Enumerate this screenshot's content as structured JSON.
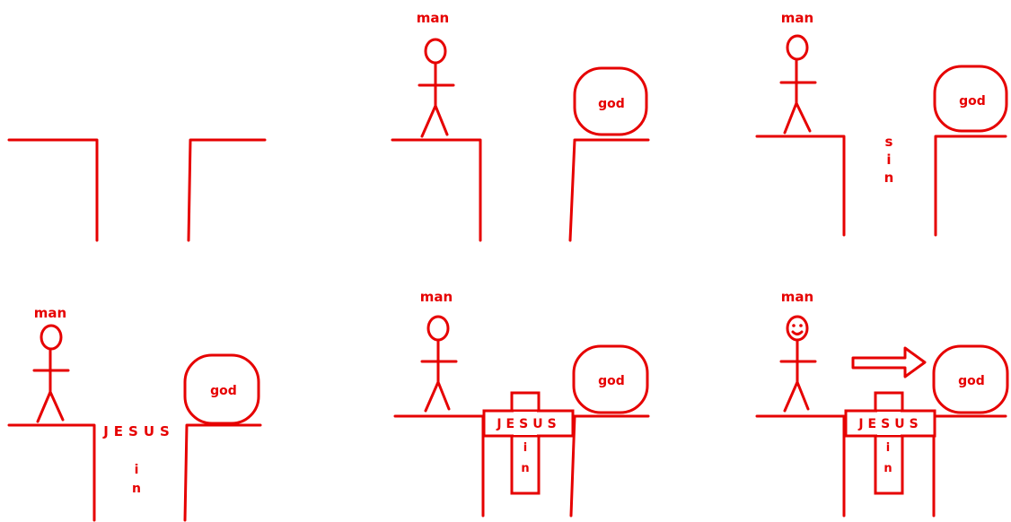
{
  "labels": {
    "man": "man",
    "god": "god",
    "sin_letters": [
      "s",
      "i",
      "n"
    ],
    "jesus": "JESUS",
    "smile": "☺"
  },
  "colors": {
    "ink": "#e60000",
    "background": "#ffffff"
  },
  "panels": [
    {
      "id": 1,
      "man": false,
      "god": false,
      "gap_content": "empty"
    },
    {
      "id": 2,
      "man": true,
      "god": true,
      "gap_content": "empty"
    },
    {
      "id": 3,
      "man": true,
      "god": true,
      "gap_content": "sin"
    },
    {
      "id": 4,
      "man": true,
      "god": true,
      "gap_content": "jesus-and-sin"
    },
    {
      "id": 5,
      "man": true,
      "god": true,
      "gap_content": "cross-bridge"
    },
    {
      "id": 6,
      "man": true,
      "god": true,
      "gap_content": "cross-bridge",
      "smiling": true,
      "arrow": true
    }
  ]
}
